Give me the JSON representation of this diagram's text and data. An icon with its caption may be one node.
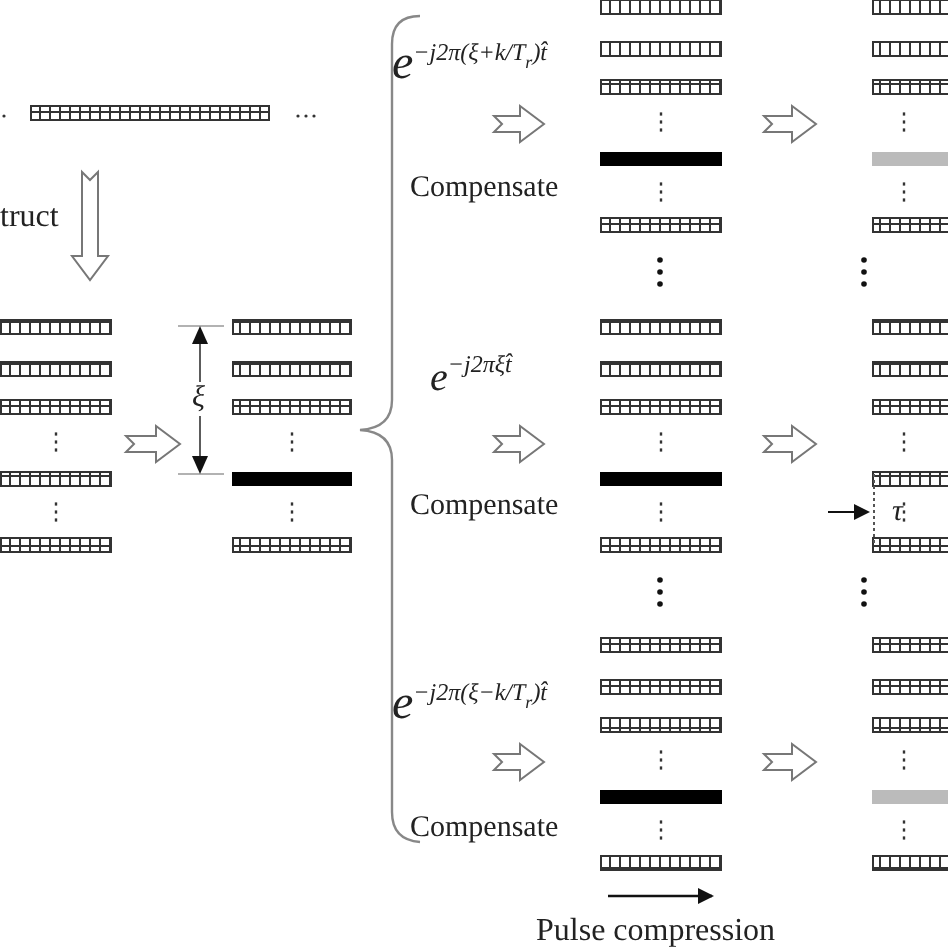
{
  "diagram": {
    "nodes": [
      {
        "text": [],
        "shape": "bar"
      },
      {
        "text": [],
        "shape": "box"
      },
      {
        "text": [],
        "shape": "box"
      },
      {
        "text": [],
        "shape": "box"
      },
      {
        "text": [],
        "shape": "box"
      },
      {
        "text": [],
        "shape": "box"
      },
      {
        "text": [],
        "shape": "box"
      },
      {
        "text": [],
        "shape": "box"
      },
      {
        "text": [],
        "shape": "box"
      }
    ],
    "edges": [
      {
        "from": 0,
        "to": 1,
        "arrow": "to",
        "label": "truct"
      },
      {
        "from": 1,
        "to": 2,
        "arrow": "to"
      },
      {
        "from": null,
        "to": 3,
        "arrow": "to"
      },
      {
        "from": null,
        "to": 4,
        "arrow": "to"
      },
      {
        "from": null,
        "to": 5,
        "arrow": "to"
      },
      {
        "from": 3,
        "to": 6,
        "arrow": "to"
      },
      {
        "from": 4,
        "to": 7,
        "arrow": "to"
      },
      {
        "from": 5,
        "to": 8,
        "arrow": "to"
      }
    ],
    "labels": [
      "ξ",
      "e$^{−j2π(ξ+k/T}$$_{r}$$^{)t̂}$",
      "Compensate",
      "e$^{−j2πξt̂}$",
      "Compensate",
      "τ",
      "e$^{−j2π(ξ−k/T}$$_{r}$$^{)t̂}$",
      "Compensate",
      "Pulse compression"
    ]
  }
}
